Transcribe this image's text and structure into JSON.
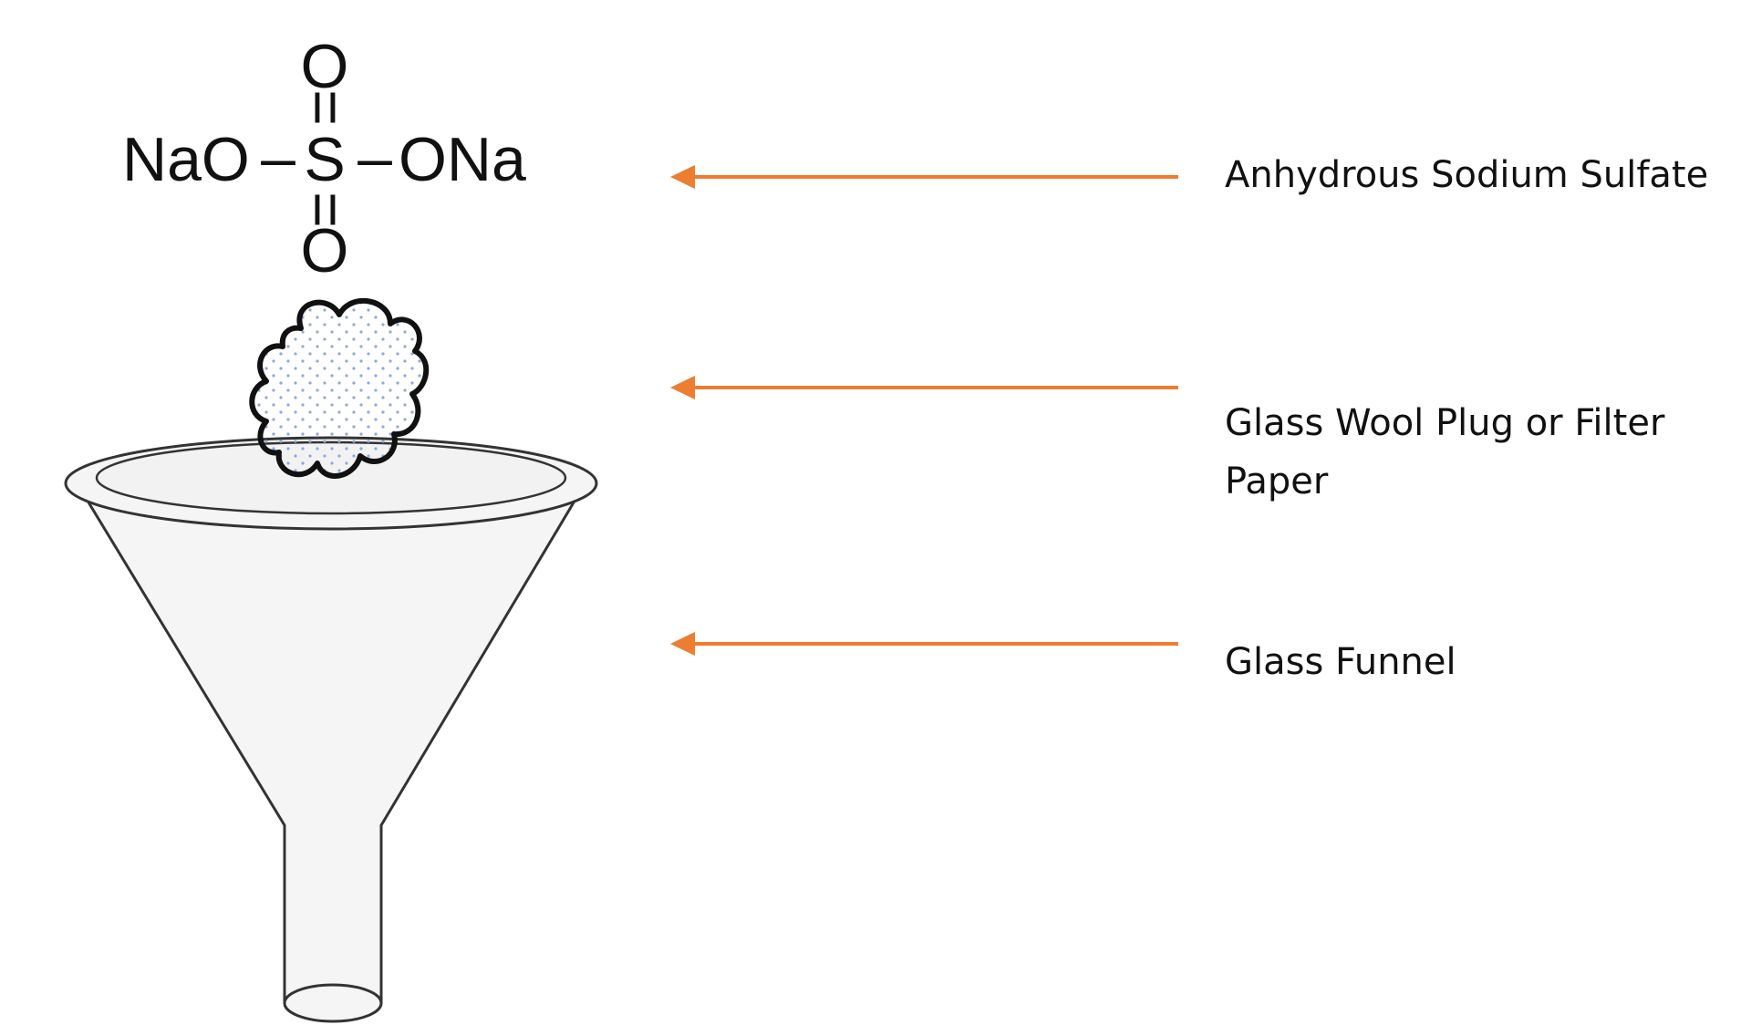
{
  "formula": {
    "left_group": "NaO",
    "center_atom": "S",
    "right_group": "ONa",
    "top_atom": "O",
    "bottom_atom": "O",
    "single_bond_glyph": "–",
    "double_bond_glyph": "="
  },
  "labels": {
    "sulfate": "Anhydrous Sodium Sulfate",
    "plug": "Glass Wool Plug or Filter Paper",
    "funnel": "Glass Funnel"
  },
  "colors": {
    "arrow": "#ED7D31",
    "outline": "#333333",
    "funnel_fill": "#F5F5F5",
    "wool_dots": "#8FA8E0"
  },
  "icons": {
    "wool": "cloud-icon",
    "funnel": "funnel-icon"
  }
}
